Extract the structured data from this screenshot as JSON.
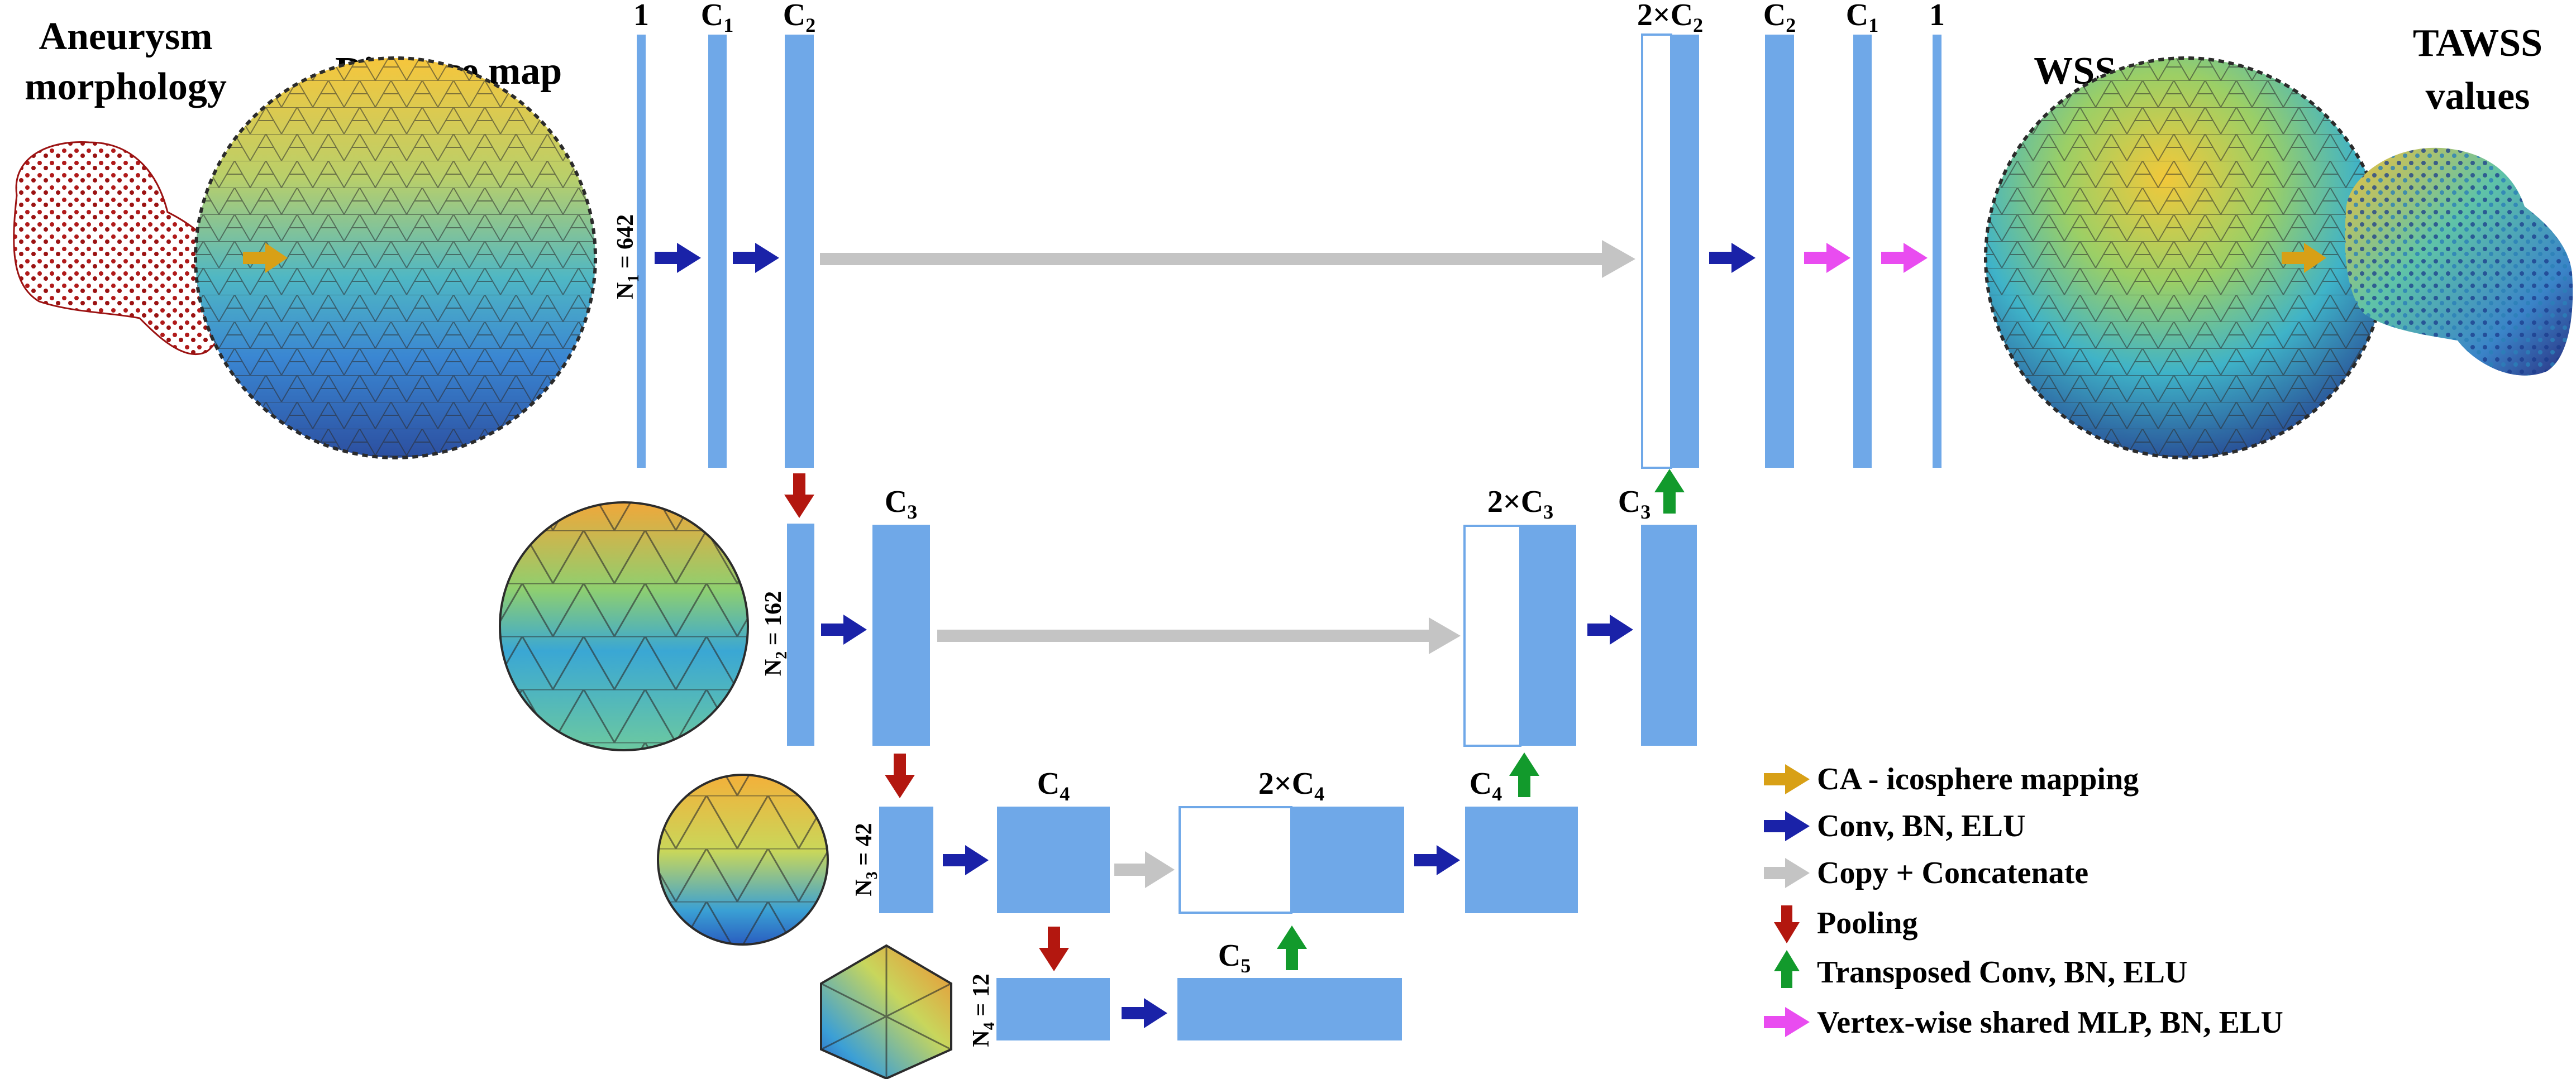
{
  "colors": {
    "block": "#6fa8e8",
    "ca_mapping": "#d8a016",
    "conv": "#1a22a8",
    "copy": "#c4c4c4",
    "pool": "#b3170f",
    "transposed": "#129a2c",
    "vertex_mlp": "#e94cf0",
    "aneurysm_points": "#b11a1a"
  },
  "titles": {
    "aneurysm_line1": "Aneurysm",
    "aneurysm_line2": "morphology",
    "distance_map": "Distance map",
    "wss_map": "WSS map",
    "tawss_line1": "TAWSS",
    "tawss_line2": "values"
  },
  "node_counts": {
    "n1": "N",
    "n1_sub": "1",
    "n1_val": " = 642",
    "n2": "N",
    "n2_sub": "2",
    "n2_val": " = 162",
    "n3": "N",
    "n3_sub": "3",
    "n3_val": " = 42",
    "n4": "N",
    "n4_sub": "4",
    "n4_val": " = 12"
  },
  "channel_labels": {
    "enc_one": "1",
    "enc_c1": "C",
    "enc_c1_sub": "1",
    "enc_c2": "C",
    "enc_c2_sub": "2",
    "dec_2c2_pre": "2×C",
    "dec_2c2_sub": "2",
    "dec_c2": "C",
    "dec_c2_sub": "2",
    "dec_c1": "C",
    "dec_c1_sub": "1",
    "dec_one": "1",
    "enc_c3": "C",
    "enc_c3_sub": "3",
    "dec_2c3_pre": "2×C",
    "dec_2c3_sub": "3",
    "dec_c3": "C",
    "dec_c3_sub": "3",
    "enc_c4": "C",
    "enc_c4_sub": "4",
    "dec_2c4_pre": "2×C",
    "dec_2c4_sub": "4",
    "dec_c4": "C",
    "dec_c4_sub": "4",
    "bottleneck_c5": "C",
    "bottleneck_c5_sub": "5"
  },
  "legend": [
    {
      "icon": "ca-mapping-arrow-icon",
      "label": "CA - icosphere mapping"
    },
    {
      "icon": "conv-arrow-icon",
      "label": "Conv, BN, ELU"
    },
    {
      "icon": "copy-arrow-icon",
      "label": "Copy + Concatenate"
    },
    {
      "icon": "pooling-arrow-icon",
      "label": "Pooling"
    },
    {
      "icon": "transposed-conv-arrow-icon",
      "label": "Transposed Conv, BN, ELU"
    },
    {
      "icon": "vertex-mlp-arrow-icon",
      "label": "Vertex-wise shared MLP, BN, ELU"
    }
  ]
}
